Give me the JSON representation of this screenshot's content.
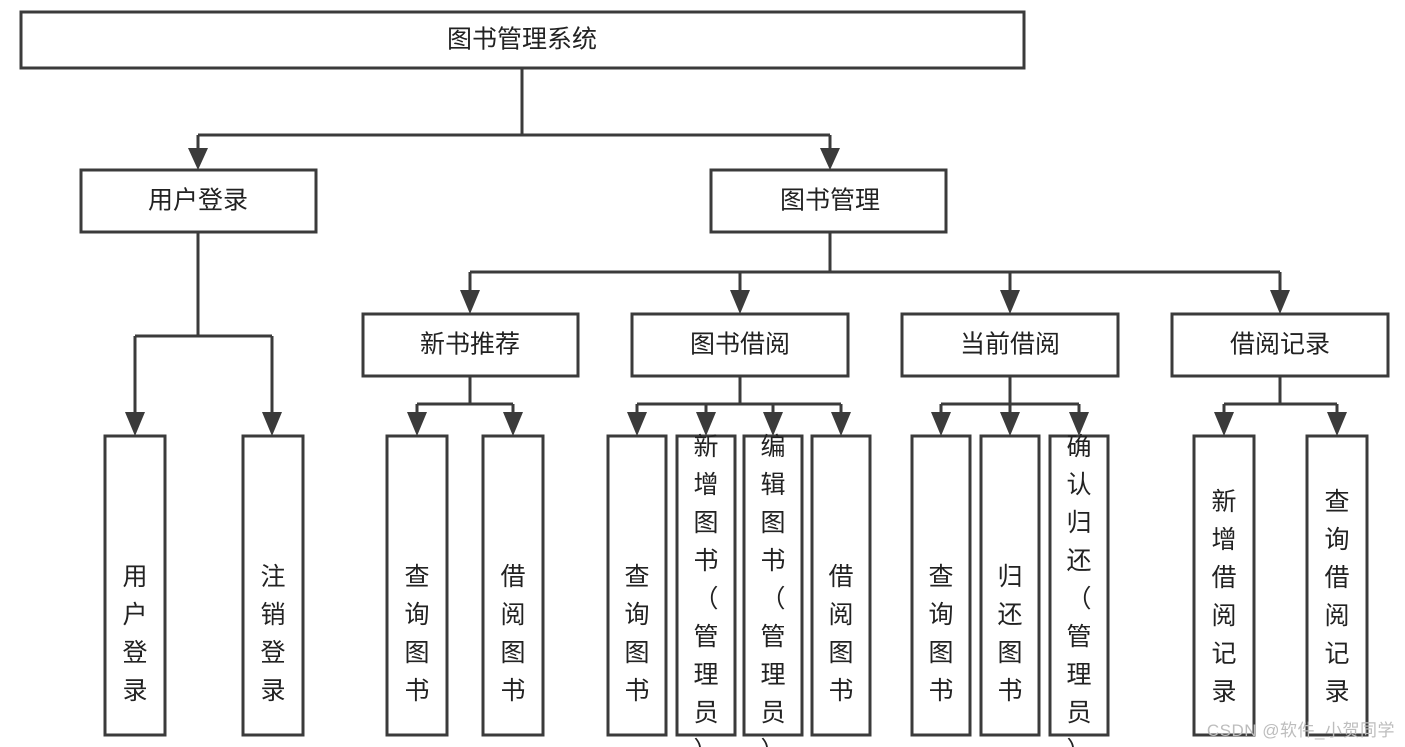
{
  "diagram": {
    "title": "图书管理系统",
    "type": "tree-hierarchy-diagram",
    "colors": {
      "box_fill": "#ffffff",
      "box_stroke": "#3b3b3b",
      "line": "#3b3b3b",
      "text": "#222222",
      "background": "#ffffff",
      "watermark": "#bdbdbd"
    },
    "root": {
      "label": "图书管理系统"
    },
    "level2": [
      {
        "id": "user-login",
        "label": "用户登录"
      },
      {
        "id": "book-manage",
        "label": "图书管理"
      }
    ],
    "level3": [
      {
        "id": "new-book-recommend",
        "label": "新书推荐"
      },
      {
        "id": "book-borrow",
        "label": "图书借阅"
      },
      {
        "id": "current-borrow",
        "label": "当前借阅"
      },
      {
        "id": "borrow-record",
        "label": "借阅记录"
      }
    ],
    "leaves": {
      "user_login": [
        {
          "id": "leaf-user-login",
          "label": "用户登录"
        },
        {
          "id": "leaf-logout",
          "label": "注销登录"
        }
      ],
      "new_book_recommend": [
        {
          "id": "leaf-query-book-1",
          "label": "查询图书"
        },
        {
          "id": "leaf-borrow-book-1",
          "label": "借阅图书"
        }
      ],
      "book_borrow": [
        {
          "id": "leaf-query-book-2",
          "label": "查询图书"
        },
        {
          "id": "leaf-add-book",
          "label": "新增图书（管理员）"
        },
        {
          "id": "leaf-edit-book",
          "label": "编辑图书（管理员）"
        },
        {
          "id": "leaf-borrow-book-2",
          "label": "借阅图书"
        }
      ],
      "current_borrow": [
        {
          "id": "leaf-query-book-3",
          "label": "查询图书"
        },
        {
          "id": "leaf-return-book",
          "label": "归还图书"
        },
        {
          "id": "leaf-confirm-return",
          "label": "确认归还（管理员）"
        }
      ],
      "borrow_record": [
        {
          "id": "leaf-add-record",
          "label": "新增借阅记录"
        },
        {
          "id": "leaf-query-record",
          "label": "查询借阅记录"
        }
      ]
    },
    "watermark": "CSDN @软件_小贺同学"
  }
}
